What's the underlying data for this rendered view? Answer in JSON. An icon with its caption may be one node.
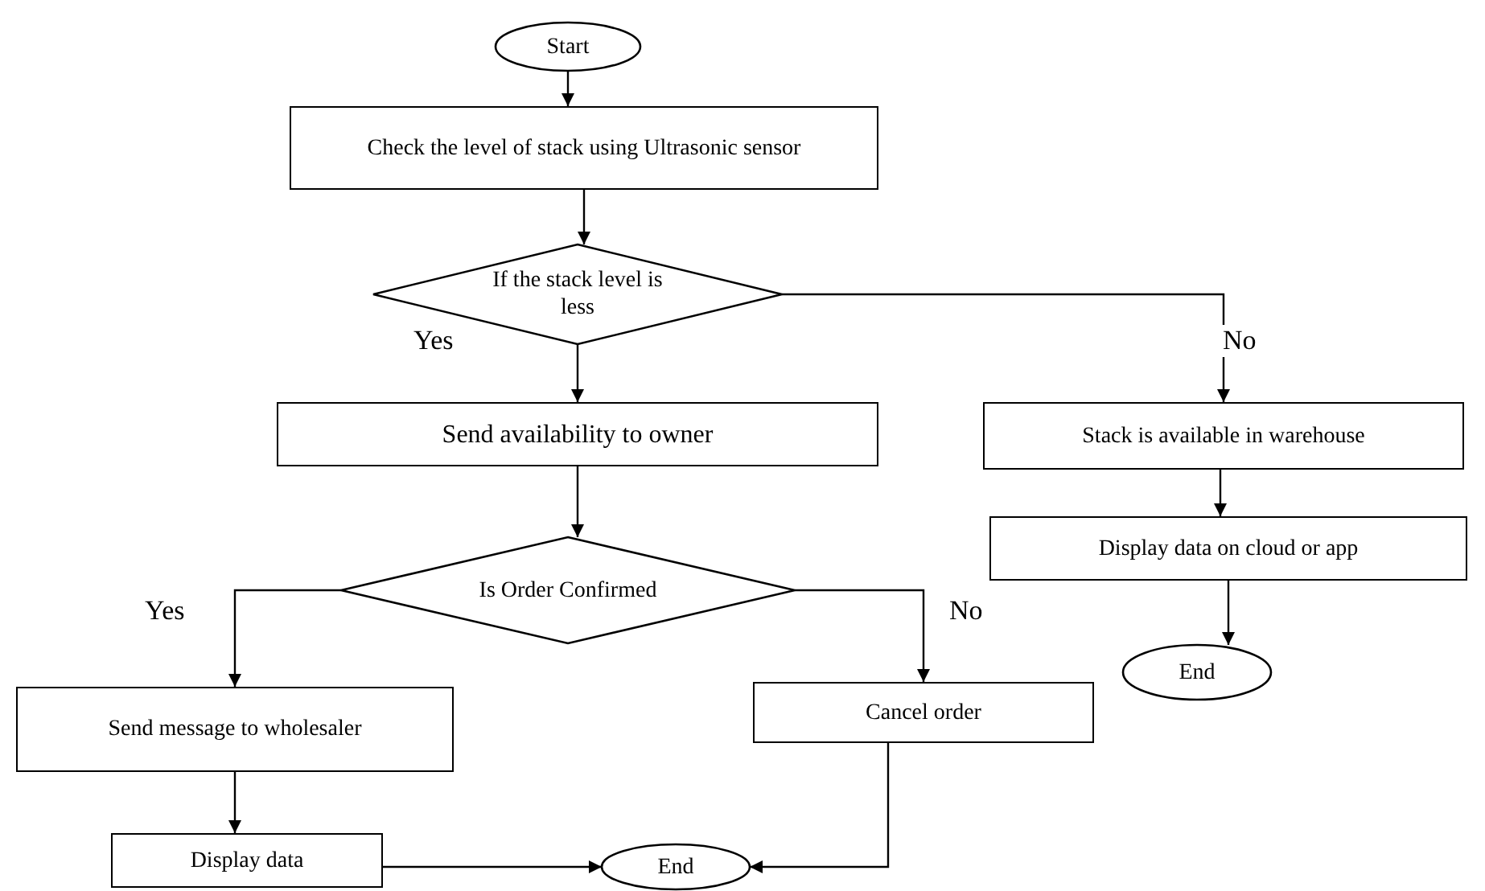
{
  "diagram": {
    "nodes": [
      {
        "text": [
          "Start"
        ]
      },
      {
        "text": [
          "Check the level of stack using Ultrasonic sensor"
        ]
      },
      {
        "text": [
          "If the stack level is less"
        ]
      },
      {
        "text": [
          "Send availability to owner"
        ]
      },
      {
        "text": [
          "Stack is available in warehouse"
        ]
      },
      {
        "text": [
          "Display data on cloud or app"
        ]
      },
      {
        "text": [
          "End"
        ]
      },
      {
        "text": [
          "Is Order Confirmed"
        ]
      },
      {
        "text": [
          "Send message to wholesaler"
        ]
      },
      {
        "text": [
          "Cancel order"
        ]
      },
      {
        "text": [
          "Display data"
        ]
      },
      {
        "text": [
          "End"
        ]
      }
    ],
    "edges": [
      {
        "from": 0,
        "to": 1,
        "arrow": "to"
      },
      {
        "from": 1,
        "to": 2,
        "arrow": "to"
      },
      {
        "from": 2,
        "to": 3,
        "arrow": "to",
        "label": "Yes"
      },
      {
        "from": 2,
        "to": 4,
        "arrow": "to",
        "label": "No"
      },
      {
        "from": 3,
        "to": 7,
        "arrow": "to"
      },
      {
        "from": 4,
        "to": 5,
        "arrow": "to"
      },
      {
        "from": 5,
        "to": 6,
        "arrow": "to"
      },
      {
        "from": 7,
        "to": 8,
        "arrow": "to",
        "label": "Yes"
      },
      {
        "from": 7,
        "to": 9,
        "arrow": "to",
        "label": "No"
      },
      {
        "from": 8,
        "to": 10,
        "arrow": "to"
      },
      {
        "from": 10,
        "to": 11,
        "arrow": "to"
      },
      {
        "from": 9,
        "to": 11,
        "arrow": "to"
      }
    ]
  }
}
